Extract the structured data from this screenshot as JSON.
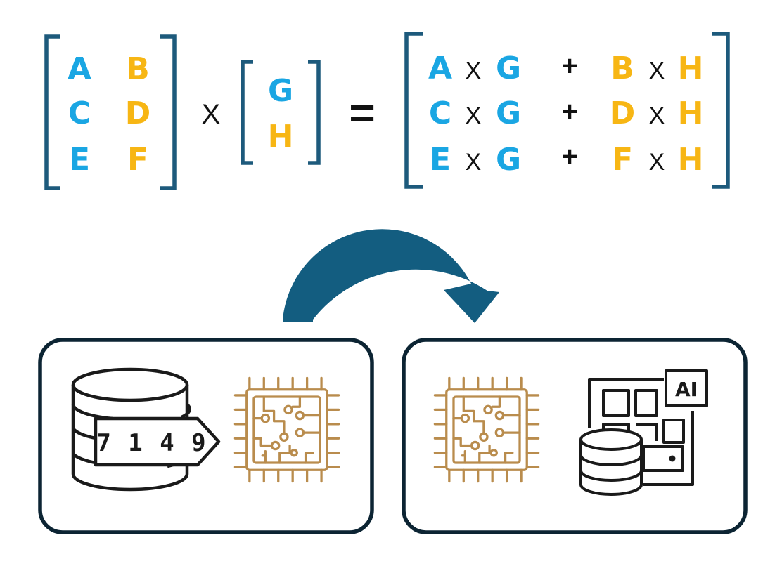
{
  "colors": {
    "bracket": "#1d5a7c",
    "blue": "#1aa6e3",
    "yellow": "#f7b614",
    "operator": "#111111",
    "arrow": "#135d80",
    "panel_border": "#0c2433",
    "chip": "#b98c4d",
    "icon": "#1a1a1a"
  },
  "equation": {
    "left_matrix": [
      [
        "A",
        "B"
      ],
      [
        "C",
        "D"
      ],
      [
        "E",
        "F"
      ]
    ],
    "multiply": "X",
    "vector": [
      "G",
      "H"
    ],
    "equals": "=",
    "result": [
      {
        "a": "A",
        "x1": "X",
        "g": "G",
        "plus": "+",
        "b": "B",
        "x2": "X",
        "h": "H"
      },
      {
        "a": "C",
        "x1": "X",
        "g": "G",
        "plus": "+",
        "b": "D",
        "x2": "X",
        "h": "H"
      },
      {
        "a": "E",
        "x1": "X",
        "g": "G",
        "plus": "+",
        "b": "F",
        "x2": "X",
        "h": "H"
      }
    ]
  },
  "left_panel": {
    "database_icon": "database-tag-icon",
    "tag_digits": "7 1 4 9",
    "chip_icon": "processor-chip-icon"
  },
  "right_panel": {
    "chip_icon": "processor-chip-icon",
    "ai_icon": "ai-chip-database-icon",
    "ai_label": "AI"
  },
  "arrow_icon": "curved-arrow-icon"
}
